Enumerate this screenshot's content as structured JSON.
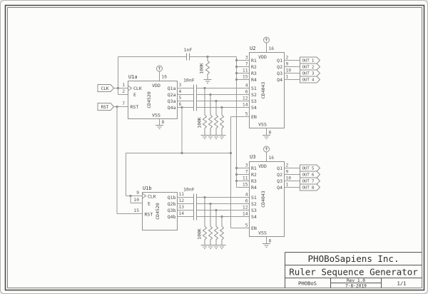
{
  "sheet": {
    "company": "PHOBoSapiens Inc.",
    "title": "Ruler Sequence Generator",
    "project": "PHOBoS",
    "rev": "Rev 1.0",
    "date": "7-8-2019",
    "page": "1/1"
  },
  "ports": {
    "inputs": [
      "CLK",
      "RST"
    ],
    "outputs": [
      "OUT 1",
      "OUT 2",
      "OUT 3",
      "OUT 4",
      "OUT 5",
      "OUT 6",
      "OUT 7",
      "OUT 8"
    ]
  },
  "components": {
    "u1a": {
      "ref": "U1a",
      "part": "CD4520",
      "left": [
        {
          "num": "1",
          "name": "CLK"
        },
        {
          "num": "2",
          "name": "E"
        },
        {
          "num": "7",
          "name": "RST"
        }
      ],
      "right": [
        {
          "num": "3",
          "name": "Q1a"
        },
        {
          "num": "4",
          "name": "Q2a"
        },
        {
          "num": "5",
          "name": "Q3a"
        },
        {
          "num": "6",
          "name": "Q4a"
        }
      ],
      "top": {
        "num": "16",
        "name": "VDD"
      },
      "bottom": {
        "num": "8",
        "name": "VSS"
      }
    },
    "u1b": {
      "ref": "U1b",
      "part": "CD4520",
      "left": [
        {
          "num": "9",
          "name": "CLK"
        },
        {
          "num": "10",
          "name": "E"
        },
        {
          "num": "15",
          "name": "RST"
        }
      ],
      "right": [
        {
          "num": "11",
          "name": "Q1b"
        },
        {
          "num": "12",
          "name": "Q2b"
        },
        {
          "num": "13",
          "name": "Q3b"
        },
        {
          "num": "14",
          "name": "Q4b"
        }
      ]
    },
    "u2": {
      "ref": "U2",
      "part": "CD4043",
      "r": [
        {
          "num": "3",
          "name": "R1"
        },
        {
          "num": "7",
          "name": "R2"
        },
        {
          "num": "11",
          "name": "R3"
        },
        {
          "num": "15",
          "name": "R4"
        }
      ],
      "s": [
        {
          "num": "4",
          "name": "S1"
        },
        {
          "num": "6",
          "name": "S2"
        },
        {
          "num": "12",
          "name": "S3"
        },
        {
          "num": "14",
          "name": "S4"
        }
      ],
      "en": {
        "num": "5",
        "name": "EN"
      },
      "q": [
        {
          "num": "2",
          "name": "Q1"
        },
        {
          "num": "9",
          "name": "Q2"
        },
        {
          "num": "10",
          "name": "Q3"
        },
        {
          "num": "1",
          "name": "Q4"
        }
      ],
      "top": {
        "num": "16",
        "name": "VDD"
      },
      "bottom": {
        "num": "8",
        "name": "VSS"
      }
    },
    "u3": {
      "ref": "U3",
      "part": "CD4043",
      "r": [
        {
          "num": "3",
          "name": "R1"
        },
        {
          "num": "7",
          "name": "R2"
        },
        {
          "num": "11",
          "name": "R3"
        },
        {
          "num": "15",
          "name": "R4"
        }
      ],
      "s": [
        {
          "num": "4",
          "name": "S1"
        },
        {
          "num": "6",
          "name": "S2"
        },
        {
          "num": "12",
          "name": "S3"
        },
        {
          "num": "14",
          "name": "S4"
        }
      ],
      "en": {
        "num": "5",
        "name": "EN"
      },
      "q": [
        {
          "num": "2",
          "name": "Q1"
        },
        {
          "num": "9",
          "name": "Q2"
        },
        {
          "num": "10",
          "name": "Q3"
        },
        {
          "num": "1",
          "name": "Q4"
        }
      ],
      "top": {
        "num": "16",
        "name": "VDD"
      },
      "bottom": {
        "num": "8",
        "name": "VSS"
      }
    }
  },
  "passives": {
    "c_clk": {
      "value": "1nF"
    },
    "r_clk": {
      "value": "100K"
    },
    "c_a": {
      "value": "10nF"
    },
    "r_a": {
      "value": "100K"
    },
    "c_b": {
      "value": "10nF"
    },
    "r_b": {
      "value": "100K"
    }
  }
}
